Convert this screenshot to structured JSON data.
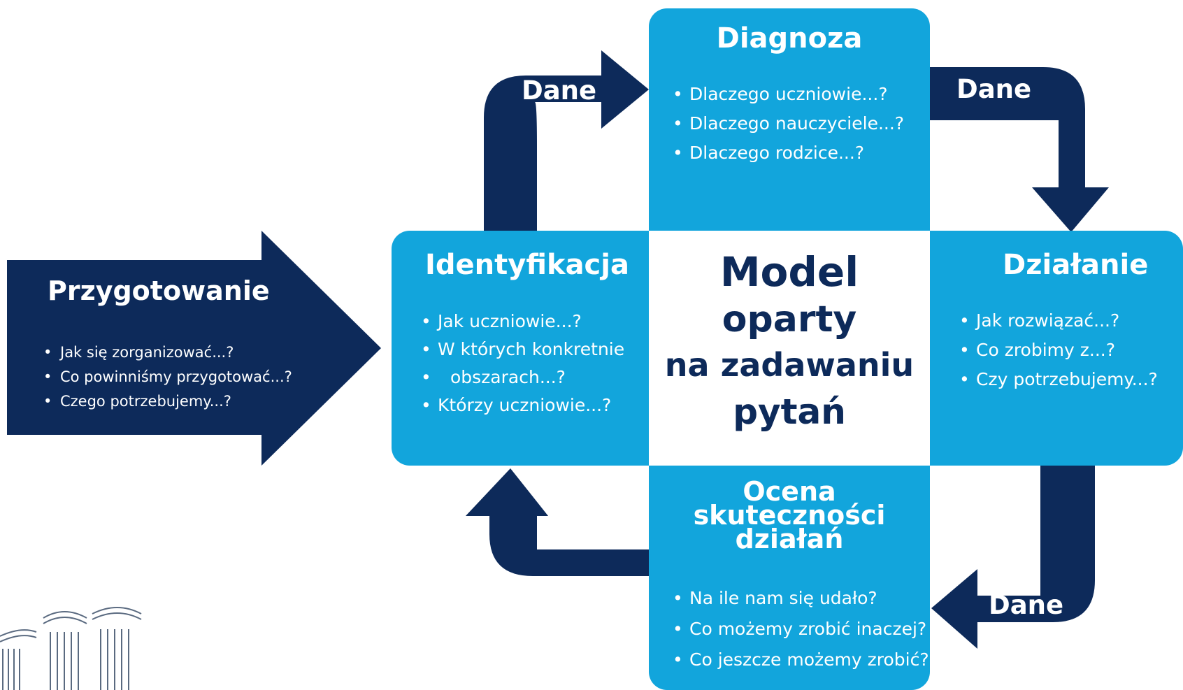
{
  "colors": {
    "navy": "#0d2a5a",
    "light_blue": "#12a5dc",
    "white": "#ffffff"
  },
  "preparation": {
    "title": "Przygotowanie",
    "items": [
      "Jak się zorganizować...?",
      "Co powinniśmy przygotować...?",
      "Czego potrzebujemy...?"
    ]
  },
  "identification": {
    "title": "Identyfikacja",
    "items": [
      "Jak uczniowie...?",
      "W których konkretnie",
      "obszarach...?",
      "Którzy uczniowie...?"
    ]
  },
  "diagnosis": {
    "title": "Diagnoza",
    "items": [
      "Dlaczego uczniowie...?",
      "Dlaczego nauczyciele...?",
      "Dlaczego rodzice...?"
    ]
  },
  "action": {
    "title": "Działanie",
    "items": [
      "Jak rozwiązać...?",
      "Co zrobimy z...?",
      "Czy potrzebujemy...?"
    ]
  },
  "evaluation": {
    "title_lines": [
      "Ocena",
      "skuteczności",
      "działań"
    ],
    "items": [
      "Na ile nam się udało?",
      "Co możemy zrobić inaczej?",
      "Co jeszcze możemy zrobić?"
    ]
  },
  "center": {
    "lines": [
      "Model",
      "oparty",
      "na zadawaniu",
      "pytań"
    ]
  },
  "arrows": {
    "label": "Dane"
  },
  "logo": {
    "icon": "columns-logo-icon"
  }
}
